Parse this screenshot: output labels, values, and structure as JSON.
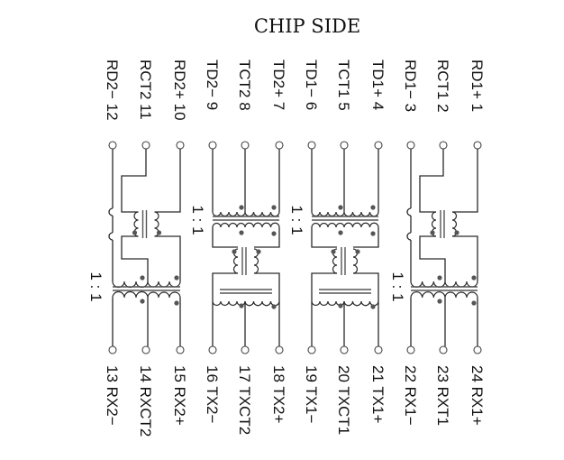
{
  "title": "CHIP SIDE",
  "top_pins": [
    {
      "name": "RD2−",
      "num": "12"
    },
    {
      "name": "RCT2",
      "num": "11"
    },
    {
      "name": "RD2+",
      "num": "10"
    },
    {
      "name": "TD2−",
      "num": "9"
    },
    {
      "name": "TCT2",
      "num": "8"
    },
    {
      "name": "TD2+",
      "num": "7"
    },
    {
      "name": "TD1−",
      "num": "6"
    },
    {
      "name": "TCT1",
      "num": "5"
    },
    {
      "name": "TD1+",
      "num": "4"
    },
    {
      "name": "RD1−",
      "num": "3"
    },
    {
      "name": "RCT1",
      "num": "2"
    },
    {
      "name": "RD1+",
      "num": "1"
    }
  ],
  "bottom_pins": [
    {
      "name": "RX2−",
      "num": "13"
    },
    {
      "name": "RXCT2",
      "num": "14"
    },
    {
      "name": "RX2+",
      "num": "15"
    },
    {
      "name": "TX2−",
      "num": "16"
    },
    {
      "name": "TXCT2",
      "num": "17"
    },
    {
      "name": "TX2+",
      "num": "18"
    },
    {
      "name": "TX1−",
      "num": "19"
    },
    {
      "name": "TXCT1",
      "num": "20"
    },
    {
      "name": "TX1+",
      "num": "21"
    },
    {
      "name": "RX1−",
      "num": "22"
    },
    {
      "name": "RXT1",
      "num": "23"
    },
    {
      "name": "RX1+",
      "num": "24"
    }
  ],
  "ratios": [
    {
      "label": "1 : 1",
      "channel": "TX2"
    },
    {
      "label": "1 : 1",
      "channel": "TX1"
    },
    {
      "label": "1 : 1",
      "channel": "RX2"
    },
    {
      "label": "1 : 1",
      "channel": "RX1"
    }
  ]
}
